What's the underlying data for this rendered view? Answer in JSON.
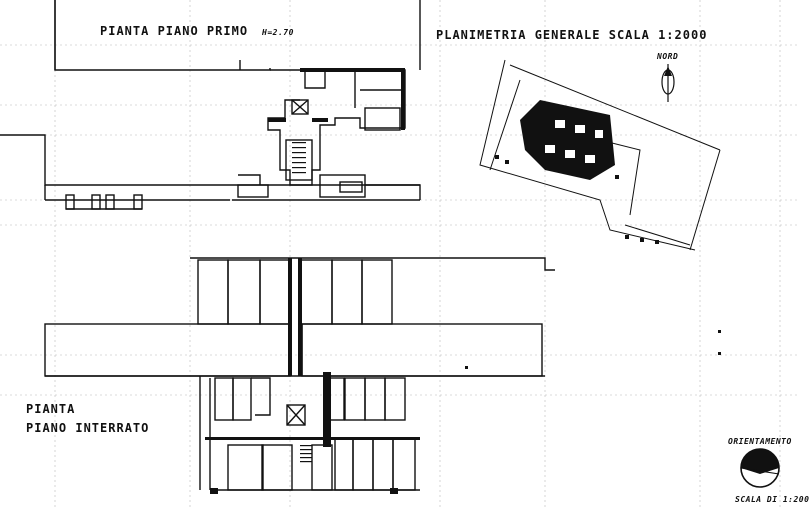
{
  "labels": {
    "first_floor_title": "PIANTA PIANO PRIMO",
    "first_floor_height": "H=2.70",
    "site_plan_title": "PLANIMETRIA GENERALE SCALA 1:2000",
    "north_label": "NORD",
    "basement_title_line1": "PIANTA",
    "basement_title_line2": "PIANO INTERRATO",
    "orientation_label": "ORIENTAMENTO",
    "scale_label": "SCALA DI 1:200"
  }
}
